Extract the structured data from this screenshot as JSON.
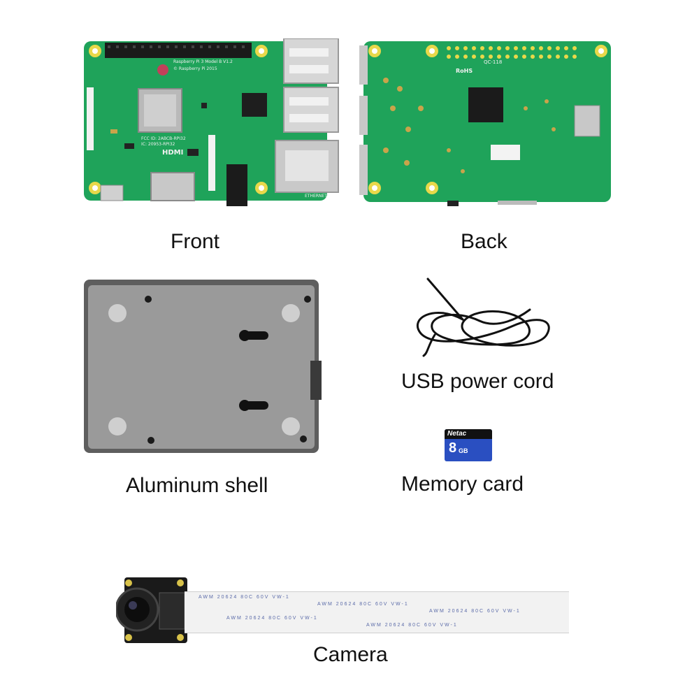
{
  "captions": {
    "front": "Front",
    "back": "Back",
    "shell": "Aluminum shell",
    "cord": "USB power cord",
    "memory": "Memory card",
    "camera": "Camera"
  },
  "board_front": {
    "model_text": "Raspberry Pi 3 Model B V1.2",
    "copyright_text": "© Raspberry Pi 2015",
    "fcc_text": "FCC ID: 2ABCB-RPI32",
    "ic_text": "IC: 20953-RPI32",
    "hdmi_text": "HDMI",
    "ethernet_text": "ETHERNET"
  },
  "board_back": {
    "rohs_text": "RoHS",
    "qc_text": "QC-118"
  },
  "sd_card": {
    "brand": "Netac",
    "capacity": "8",
    "unit": "GB"
  },
  "ribbon": {
    "print_text": "AWM 20624 80C 60V VW-1"
  },
  "colors": {
    "pcb_green": "#1fa35a",
    "pcb_green_dark": "#16844a",
    "shell_gray": "#9a9a9a",
    "sd_blue": "#2a4fc1",
    "cable_black": "#111111"
  }
}
